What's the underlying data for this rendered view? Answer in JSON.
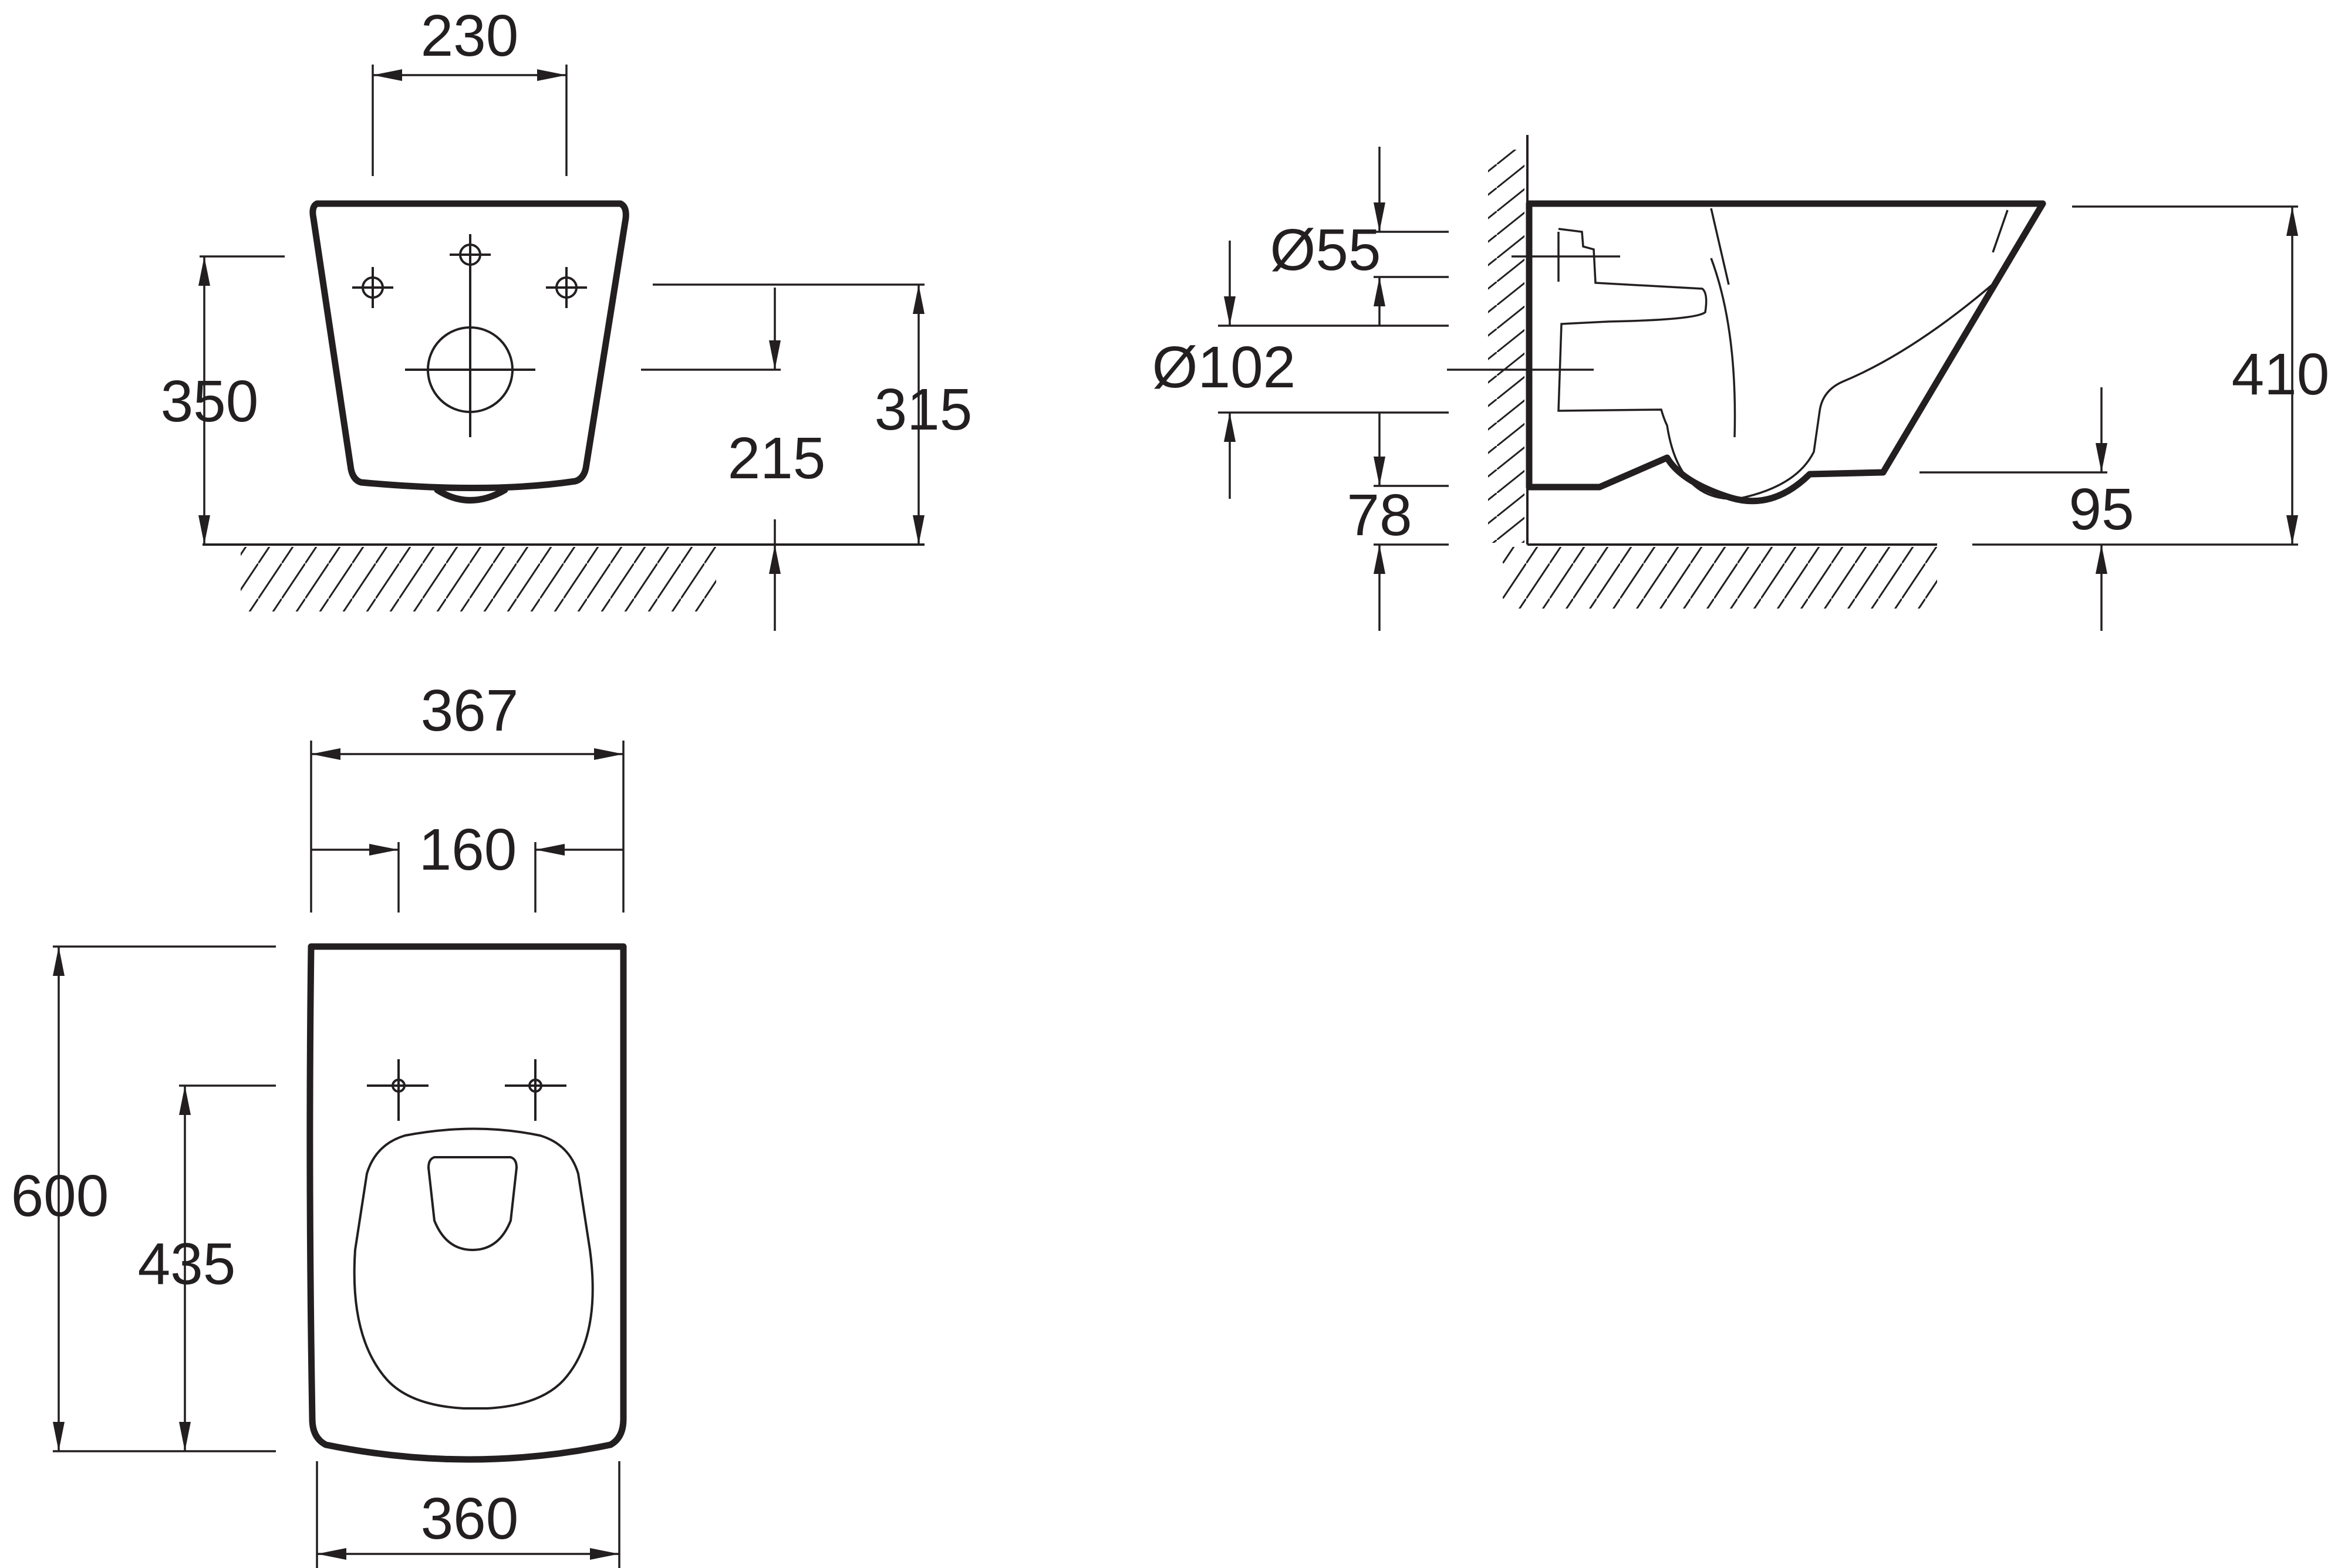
{
  "front_view": {
    "dim_fixing_spacing": "230",
    "dim_fixing_height": "350",
    "dim_drain_height": "215",
    "dim_bottom_height": "315"
  },
  "side_view": {
    "dim_inlet_diameter": "Ø55",
    "dim_outlet_diameter": "Ø102",
    "dim_outlet_offset": "78",
    "dim_total_height": "410",
    "dim_rim_offset": "95"
  },
  "top_view": {
    "dim_top_width": "367",
    "dim_bolt_spacing": "160",
    "dim_total_length": "600",
    "dim_bolt_length": "435",
    "dim_bottom_width": "360"
  }
}
